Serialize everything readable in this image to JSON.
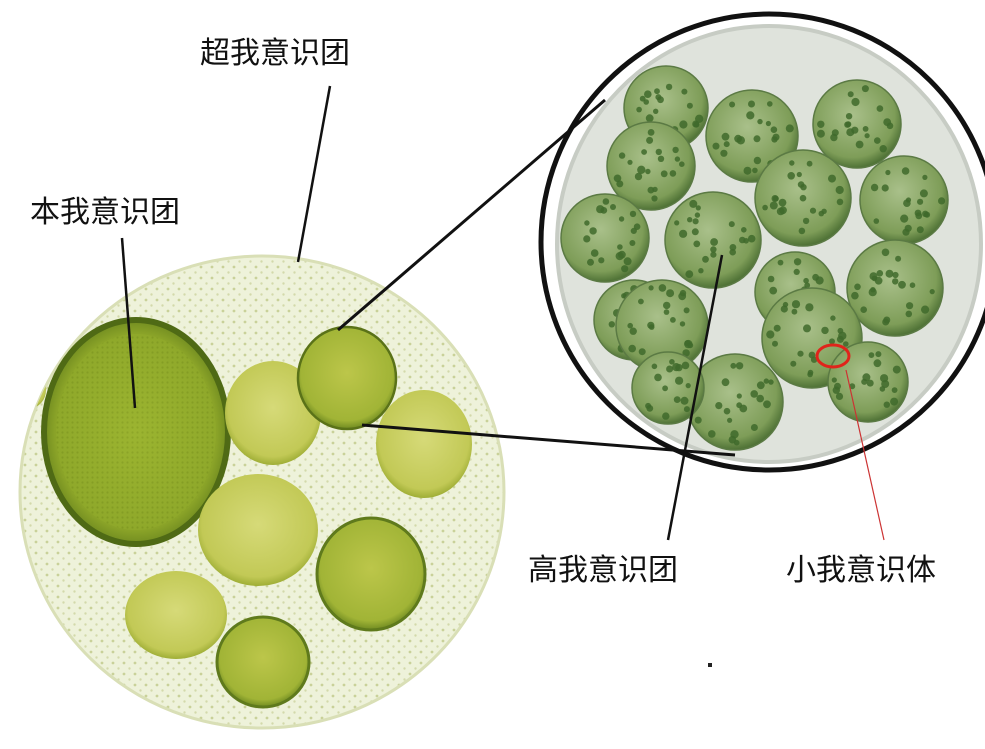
{
  "labels": {
    "superego": "超我意识团",
    "id": "本我意识团",
    "higher_self": "高我意识团",
    "small_self": "小我意识体"
  },
  "colors": {
    "outer_colony": "#eef2da",
    "outer_dots": "#c9d199",
    "large_daughter": "#86a12a",
    "daughter_light": "#c3cc55",
    "daughter_mid": "#a9ba3c",
    "inset_bg": "#dfe3dc",
    "inset_cell": "#7e9d58",
    "inset_dot": "#3f6a2c",
    "highlight": "#e0241b",
    "line": "#111111"
  }
}
